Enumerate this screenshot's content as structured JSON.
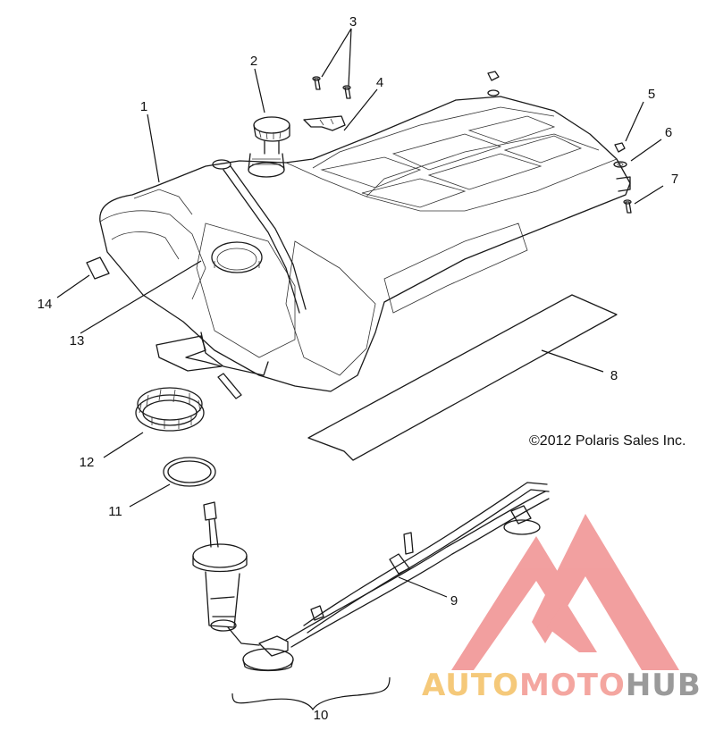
{
  "diagram": {
    "callouts": [
      "1",
      "2",
      "3",
      "4",
      "5",
      "6",
      "7",
      "8",
      "9",
      "10",
      "11",
      "12",
      "13",
      "14"
    ],
    "copyright": "©2012 Polaris Sales Inc."
  },
  "watermark": {
    "word_1": "AUTO",
    "word_2": "MOTO",
    "word_3": "HUB",
    "colors": {
      "auto": "#f5c97a",
      "moto": "#f4a6a0",
      "hub": "#9a9a9a",
      "logo": "#f08f8f"
    }
  }
}
